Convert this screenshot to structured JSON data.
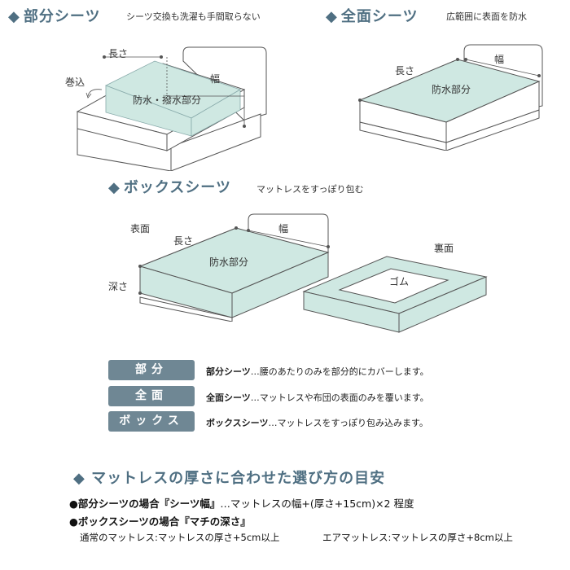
{
  "partial": {
    "title": "部分シーツ",
    "desc": "シーツ交換も洗濯も手間取らない",
    "label_length": "長さ",
    "label_wrap": "巻込",
    "label_width": "幅",
    "label_area": "防水・撥水部分"
  },
  "full": {
    "title": "全面シーツ",
    "desc": "広範囲に表面を防水",
    "label_length": "長さ",
    "label_width": "幅",
    "label_area": "防水部分"
  },
  "box": {
    "title": "ボックスシーツ",
    "desc": "マットレスをすっぽり包む",
    "label_front": "表面",
    "label_length": "長さ",
    "label_width": "幅",
    "label_depth": "深さ",
    "label_area": "防水部分",
    "label_back": "裏面",
    "label_rubber": "ゴム"
  },
  "legend": [
    {
      "badge": "部分",
      "term": "部分シーツ",
      "text": "…腰のあたりのみを部分的にカバーします。"
    },
    {
      "badge": "全面",
      "term": "全面シーツ",
      "text": "…マットレスや布団の表面のみを覆います。"
    },
    {
      "badge": "ボックス",
      "term": "ボックスシーツ",
      "text": "…マットレスをすっぽり包み込みます。"
    }
  ],
  "guide": {
    "title": "マットレスの厚さに合わせた選び方の目安",
    "line1_bold": "●部分シーツの場合『シーツ幅』",
    "line1_text": "…マットレスの幅+(厚さ+15cm)×2 程度",
    "line2_bold": "●ボックスシーツの場合『マチの深さ』",
    "line3_a": "通常のマットレス:マットレスの厚さ+5cm以上",
    "line3_b": "エアマットレス:マットレスの厚さ+8cm以上"
  },
  "colors": {
    "accent": "#4f6f82",
    "sheet": "#cfe8e2",
    "badge": "#6f8794",
    "line": "#555555"
  }
}
